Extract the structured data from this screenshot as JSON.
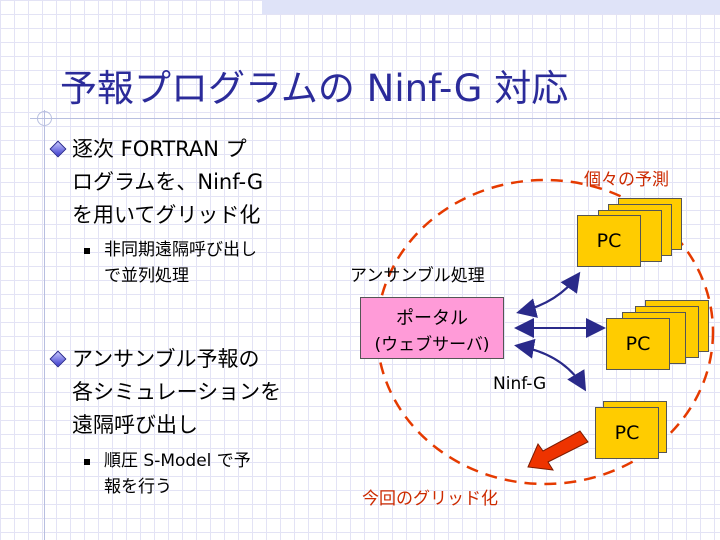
{
  "title": "予報プログラムの Ninf-G 対応",
  "bullets": [
    {
      "text": [
        "逐次 FORTRAN プ",
        "ログラムを、Ninf-G",
        "を用いてグリッド化"
      ],
      "sub": [
        "非同期遠隔呼び出し",
        "で並列処理"
      ]
    },
    {
      "text": [
        "アンサンブル予報の",
        "各シミュレーションを",
        "遠隔呼び出し"
      ],
      "sub": [
        "順圧 S-Model で予",
        "報を行う"
      ]
    }
  ],
  "diagram": {
    "individual_forecast": "個々の予測",
    "ensemble_processing": "アンサンブル処理",
    "portal_title": "ポータル",
    "portal_sub": "(ウェブサーバ)",
    "ninfg": "Ninf-G",
    "gridification": "今回のグリッド化",
    "pc_labels": [
      "PC",
      "PC",
      "PC"
    ]
  },
  "colors": {
    "title": "#2b2b9a",
    "red_text": "#cc2a00",
    "portal": "#ff9bd8",
    "pc": "#ffcc00",
    "arrow_blue": "#2a2a8a",
    "dashed_circle": "#e53a00",
    "big_arrow": "#ee3300"
  }
}
